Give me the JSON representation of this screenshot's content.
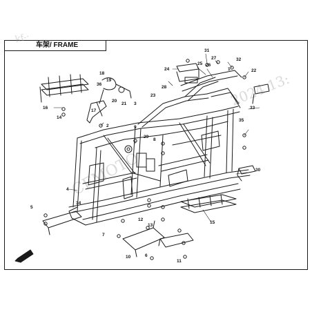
{
  "title": "车架/ FRAME",
  "watermark": {
    "top": "kf-·",
    "diagonal": "CFMOTO",
    "right": "2024 13:"
  },
  "callouts": [
    "31",
    "27",
    "32",
    "24",
    "25",
    "26",
    "1",
    "28",
    "33",
    "22",
    "18",
    "19",
    "36",
    "20",
    "21",
    "3",
    "16",
    "14",
    "17",
    "2",
    "9",
    "29",
    "8",
    "35",
    "30",
    "12",
    "4",
    "13",
    "34",
    "5",
    "15",
    "7",
    "6",
    "10",
    "11",
    "23"
  ],
  "colors": {
    "line": "#1a1a1a",
    "watermark": "#9a9a9a"
  }
}
